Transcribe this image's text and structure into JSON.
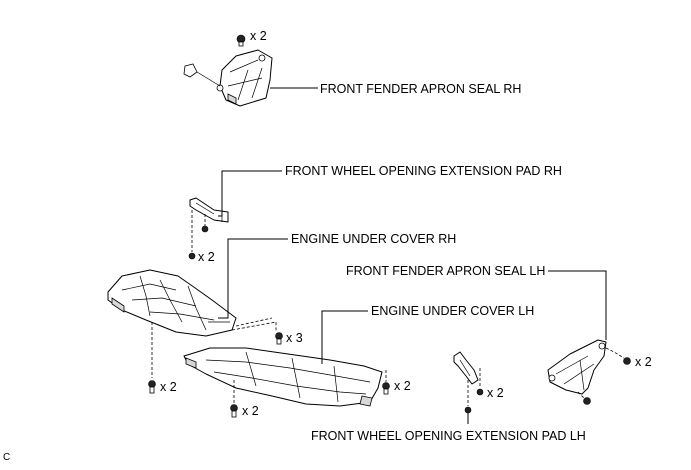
{
  "labels": {
    "apron_seal_rh": "FRONT FENDER APRON SEAL RH",
    "ext_pad_rh": "FRONT WHEEL OPENING EXTENSION PAD RH",
    "under_cover_rh": "ENGINE UNDER COVER RH",
    "apron_seal_lh": "FRONT FENDER APRON SEAL LH",
    "under_cover_lh": "ENGINE UNDER COVER LH",
    "ext_pad_lh": "FRONT WHEEL OPENING EXTENSION PAD LH"
  },
  "quantities": {
    "apron_rh_clip": "x 2",
    "pad_rh_screw": "x 2",
    "cover_rh_bolt": "x 2",
    "center_bolt": "x 3",
    "cover_lh_bolt_left": "x 2",
    "cover_lh_bolt_right": "x 2",
    "pad_lh_screw": "x 2",
    "apron_lh_clip": "x 2"
  },
  "figure_code": "C"
}
